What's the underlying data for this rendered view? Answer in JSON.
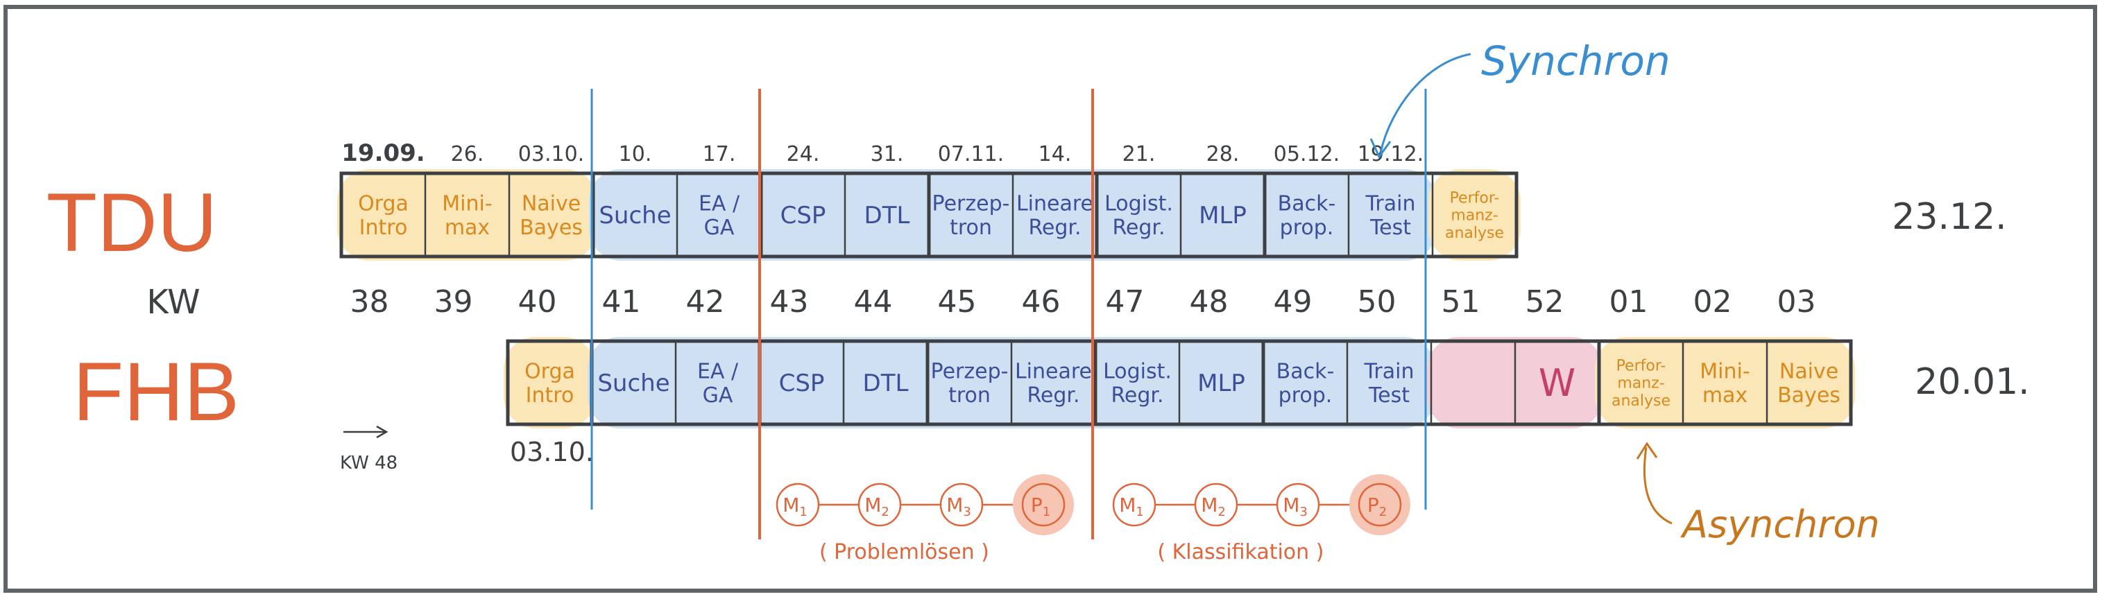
{
  "rows": {
    "tdu": {
      "name": "TDU",
      "end_date": "23.12.",
      "dates": [
        "19.09.",
        "26.",
        "03.10.",
        "10.",
        "17.",
        "24.",
        "31.",
        "07.11.",
        "14.",
        "21.",
        "28.",
        "05.12.",
        "19.12."
      ],
      "cells": [
        {
          "text": "Orga\nIntro",
          "type": "orange"
        },
        {
          "text": "Mini-\nmax",
          "type": "orange"
        },
        {
          "text": "Naive\nBayes",
          "type": "orange"
        },
        {
          "text": "Suche",
          "type": "blue"
        },
        {
          "text": "EA /\nGA",
          "type": "blue"
        },
        {
          "text": "CSP",
          "type": "blue"
        },
        {
          "text": "DTL",
          "type": "blue"
        },
        {
          "text": "Perzep-\ntron",
          "type": "blue"
        },
        {
          "text": "Lineare\nRegr.",
          "type": "blue"
        },
        {
          "text": "Logist.\nRegr.",
          "type": "blue"
        },
        {
          "text": "MLP",
          "type": "blue"
        },
        {
          "text": "Back-\nprop.",
          "type": "blue"
        },
        {
          "text": "Train\nTest",
          "type": "blue"
        },
        {
          "text": "Perfor-\nmanz-\nanalyse",
          "type": "orange"
        }
      ]
    },
    "kw": {
      "label": "KW",
      "weeks": [
        "38",
        "39",
        "40",
        "41",
        "42",
        "43",
        "44",
        "45",
        "46",
        "47",
        "48",
        "49",
        "50",
        "51",
        "52",
        "01",
        "02",
        "03"
      ]
    },
    "fhb": {
      "name": "FHB",
      "end_date": "20.01.",
      "start_date": "03.10.",
      "kw_note": "KW 48",
      "cells": [
        {
          "text": "Orga\nIntro",
          "type": "orange"
        },
        {
          "text": "Suche",
          "type": "blue"
        },
        {
          "text": "EA /\nGA",
          "type": "blue"
        },
        {
          "text": "CSP",
          "type": "blue"
        },
        {
          "text": "DTL",
          "type": "blue"
        },
        {
          "text": "Perzep-\ntron",
          "type": "blue"
        },
        {
          "text": "Lineare\nRegr.",
          "type": "blue"
        },
        {
          "text": "Logist.\nRegr.",
          "type": "blue"
        },
        {
          "text": "MLP",
          "type": "blue"
        },
        {
          "text": "Back-\nprop.",
          "type": "blue"
        },
        {
          "text": "Train\nTest",
          "type": "blue"
        },
        {
          "text": "",
          "type": "pink"
        },
        {
          "text": "W",
          "type": "pink"
        },
        {
          "text": "Perfor-\nmanz-\nanalyse",
          "type": "orange"
        },
        {
          "text": "Mini-\nmax",
          "type": "orange"
        },
        {
          "text": "Naive\nBayes",
          "type": "orange"
        }
      ]
    }
  },
  "annotations": {
    "synchron": "Synchron",
    "asynchron": "Asynchron"
  },
  "milestones": [
    {
      "caption": "( Problemlösen )",
      "nodes": [
        {
          "letter": "M",
          "sub": "1",
          "highlight": false
        },
        {
          "letter": "M",
          "sub": "2",
          "highlight": false
        },
        {
          "letter": "M",
          "sub": "3",
          "highlight": false
        },
        {
          "letter": "P",
          "sub": "1",
          "highlight": true
        }
      ]
    },
    {
      "caption": "( Klassifikation )",
      "nodes": [
        {
          "letter": "M",
          "sub": "1",
          "highlight": false
        },
        {
          "letter": "M",
          "sub": "2",
          "highlight": false
        },
        {
          "letter": "M",
          "sub": "3",
          "highlight": false
        },
        {
          "letter": "P",
          "sub": "2",
          "highlight": true
        }
      ]
    }
  ],
  "colors": {
    "frame": "#5f6468",
    "blue_fill": "#cfe0f3",
    "orange_fill": "#fbe6b8",
    "pink_fill": "#f3cdd8",
    "blue_text": "#3b4e98",
    "orange_text": "#d88a1f",
    "red": "#e0653a",
    "pink_text": "#c2406a",
    "sync_blue": "#3a8ed0",
    "async_orange": "#c9771f",
    "dark": "#3d4043"
  }
}
